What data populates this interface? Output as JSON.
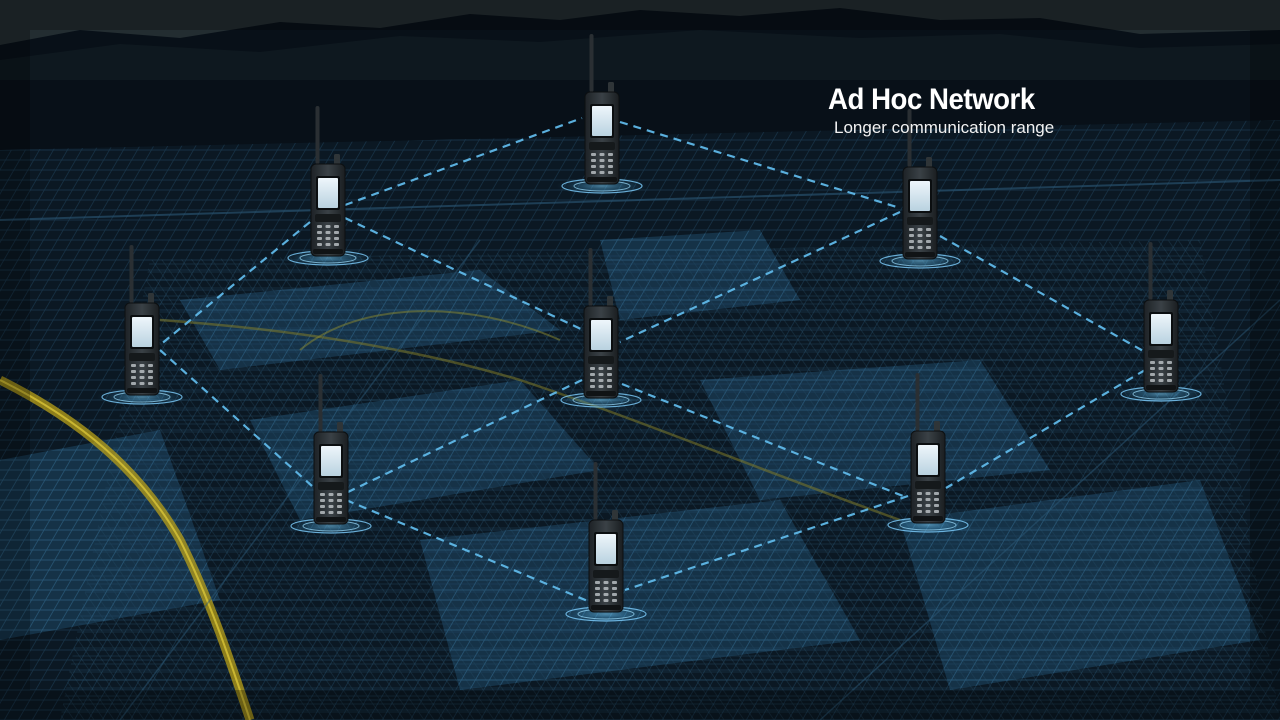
{
  "heading": {
    "title": "Ad Hoc Network",
    "subtitle": "Longer communication range"
  },
  "radios": [
    {
      "id": "radio-top"
    },
    {
      "id": "radio-upper-left"
    },
    {
      "id": "radio-upper-right"
    },
    {
      "id": "radio-left"
    },
    {
      "id": "radio-center"
    },
    {
      "id": "radio-right"
    },
    {
      "id": "radio-lower-left"
    },
    {
      "id": "radio-lower-right"
    },
    {
      "id": "radio-bottom"
    }
  ],
  "colors": {
    "link_line": "#5fb8e8",
    "text": "#ffffff",
    "city_grid": "#2c5a7a",
    "road": "#c9b020"
  }
}
